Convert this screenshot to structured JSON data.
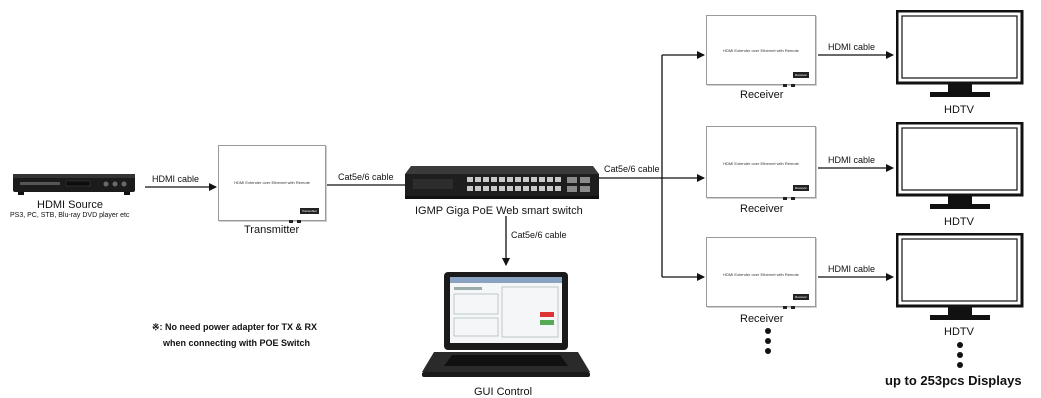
{
  "source": {
    "title": "HDMI Source",
    "subtitle": "PS3, PC, STB, Blu-ray DVD player etc"
  },
  "transmitter": {
    "caption": "Transmitter",
    "box_text": "HDMI Extender over Ethernet with Remote",
    "badge": "Transmitter"
  },
  "switch": {
    "caption": "IGMP Giga PoE Web smart switch"
  },
  "gui": {
    "caption": "GUI Control"
  },
  "receivers": [
    {
      "caption": "Receiver",
      "box_text": "HDMI Extender over Ethernet with Remote",
      "badge": "Receiver"
    },
    {
      "caption": "Receiver",
      "box_text": "HDMI Extender over Ethernet with Remote",
      "badge": "Receiver"
    },
    {
      "caption": "Receiver",
      "box_text": "HDMI Extender over Ethernet with Remote",
      "badge": "Receiver"
    }
  ],
  "displays": [
    {
      "caption": "HDTV"
    },
    {
      "caption": "HDTV"
    },
    {
      "caption": "HDTV"
    }
  ],
  "cables": {
    "src_to_tx": "HDMI cable",
    "tx_to_switch": "Cat5e/6 cable",
    "switch_to_rx": "Cat5e/6 cable",
    "switch_to_gui": "Cat5e/6 cable",
    "rx_to_tv": "HDMI cable"
  },
  "note": {
    "line1": "※: No need power adapter for TX & RX",
    "line2": "when connecting with POE Switch"
  },
  "footer": "up to 253pcs Displays"
}
